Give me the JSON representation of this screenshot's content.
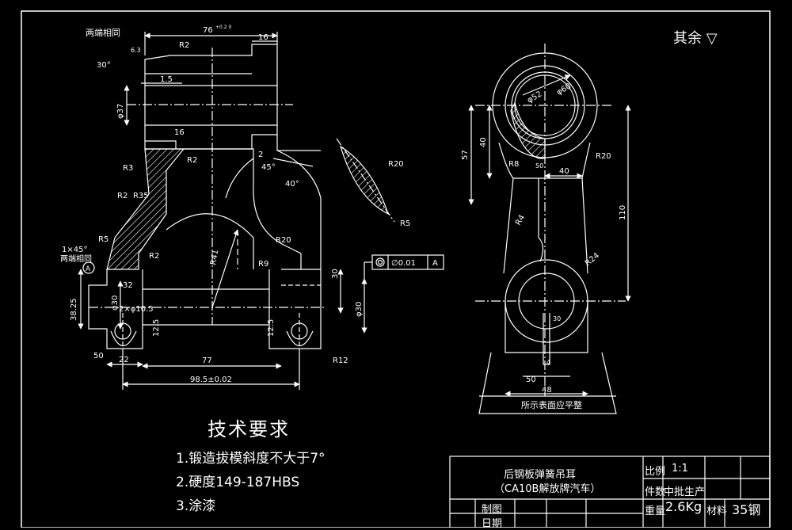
{
  "drawing": {
    "roughness_note": "其余",
    "front_view": {
      "labels": {
        "both_ends_same_top": "两端相同",
        "both_ends_same_left": "两端相同",
        "chamfer": "1×45°",
        "dim_76": "76",
        "dim_76_tol": "+0.2 0",
        "dim_16_top": "16",
        "dim_15": "1.5",
        "dim_30deg": "30°",
        "dim_63": "6.3",
        "dim_r2_top": "R2",
        "dim_phi37": "φ37",
        "dim_16_mid": "16",
        "dim_r3": "R3",
        "dim_r2_mid": "R2",
        "dim_r2_left": "R2",
        "dim_r35": "R35",
        "dim_r5": "R5",
        "dim_r2_low": "R2",
        "dim_r41": "R41",
        "dim_2": "2",
        "dim_45deg": "45°",
        "dim_40deg": "40°",
        "dim_r20_mid": "R20",
        "dim_r9": "R9",
        "dim_30": "30",
        "dim_phi30_left": "φ30",
        "dim_phi30_right": "φ30",
        "dim_3825": "38.25",
        "dim_32": "32",
        "dim_2phi105": "2×φ10.5",
        "dim_125_left": "12.5",
        "dim_125_right": "12.5",
        "dim_50_left": "50",
        "dim_22": "22",
        "dim_77": "77",
        "dim_985": "98.5±0.02",
        "dim_r12": "R12",
        "dim_r20_sec": "R20",
        "dim_r5_sec": "R5",
        "gtol_value": "∅0.01",
        "gtol_datum": "A",
        "datum_a": "A"
      }
    },
    "side_view": {
      "labels": {
        "dim_phi52": "φ52",
        "dim_phi60": "φ60",
        "dim_40_vert": "40",
        "dim_57": "57",
        "dim_r8": "R8",
        "dim_50_mid": "50",
        "dim_40_horiz": "40",
        "dim_r20": "R20",
        "dim_r4": "R4",
        "dim_110": "110",
        "dim_r24": "R24",
        "dim_30_low": "30",
        "dim_4": "4",
        "dim_50_low": "50",
        "dim_48": "48",
        "plane_note": "所示表面应平整"
      }
    }
  },
  "technical_requirements": {
    "title": "技术要求",
    "items": [
      "1.锻造拔模斜度不大于7°",
      "2.硬度149-187HBS",
      "3.涂漆"
    ]
  },
  "title_block": {
    "part_name": "后钢板弹簧吊耳",
    "vehicle": "（CA10B解放牌汽车）",
    "scale_label": "比例",
    "scale_value": "1:1",
    "qty_label": "件数",
    "qty_value": "中批生产",
    "weight_label": "重量",
    "weight_value": "2.6Kg",
    "material_label": "材料",
    "material_value": "35钢",
    "drawn_label": "制图",
    "date_label": "日期"
  }
}
